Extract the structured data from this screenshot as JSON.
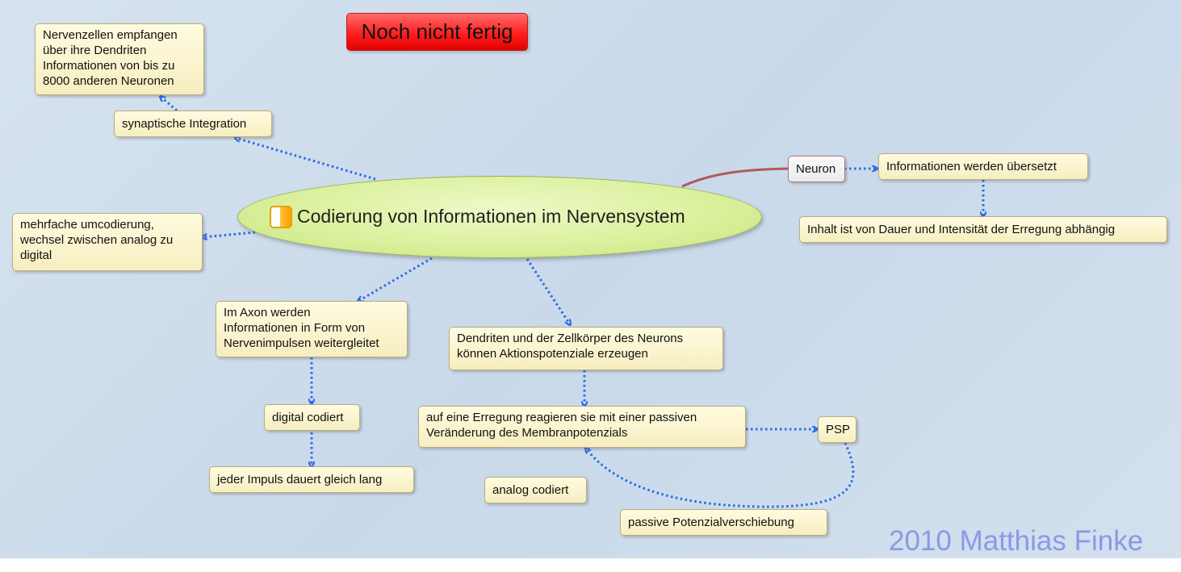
{
  "banner": "Noch nicht fertig",
  "central_topic": "Codierung von Informationen im Nervensystem",
  "central_icon": "note-icon",
  "topics": {
    "nervenzellen": [
      "Nervenzellen empfangen",
      "über ihre Dendriten",
      "Informationen von bis zu",
      "8000 anderen Neuronen"
    ],
    "synaptische": "synaptische Integration",
    "umcodierung": [
      "mehrfache umcodierung,",
      "wechsel zwischen analog zu",
      "digital"
    ],
    "axon": [
      "Im Axon werden",
      "Informationen in Form von",
      "Nervenimpulsen weitergleitet"
    ],
    "digital": "digital codiert",
    "impuls": "jeder Impuls dauert gleich lang",
    "dendriten": [
      "Dendriten und der Zellkörper des Neurons",
      "können Aktionspotenziale erzeugen"
    ],
    "erregung": [
      "auf eine Erregung reagieren sie mit einer passiven",
      "Veränderung des Membranpotenzials"
    ],
    "psp": "PSP",
    "analog": "analog codiert",
    "passive": "passive Potenzialverschiebung",
    "neuron": "Neuron",
    "uebersetzt": "Informationen werden übersetzt",
    "inhalt": "Inhalt ist von Dauer und Intensität der Erregung abhängig"
  },
  "signature": "2010 Matthias Finke",
  "colors": {
    "background": "#cfdcec",
    "link": "#2b6ae6",
    "banner": "#ff2020",
    "central": "#d9f09a",
    "neuron_link": "#b05a5a"
  }
}
